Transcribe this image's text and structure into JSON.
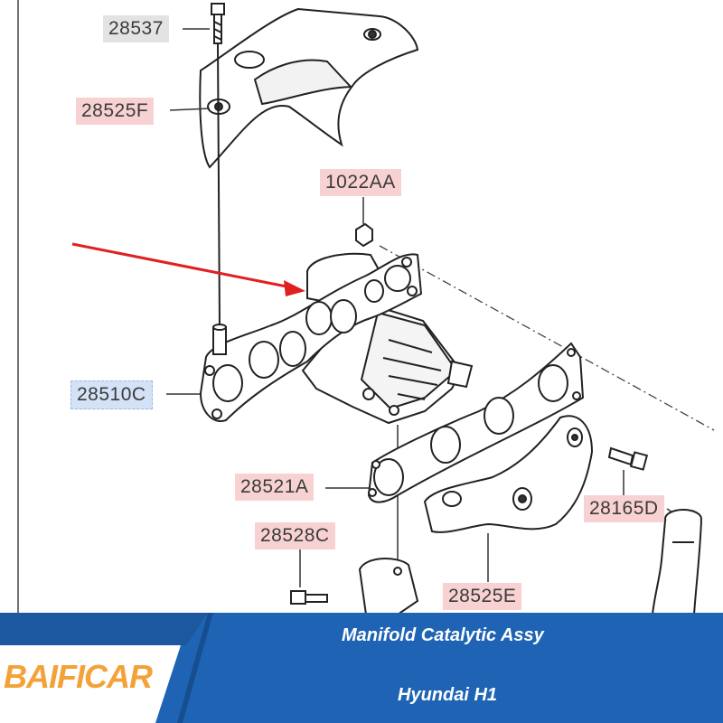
{
  "parts": {
    "p28537": "28537",
    "p28525F": "28525F",
    "p1022AA": "1022AA",
    "p28510C": "28510C",
    "p28521A": "28521A",
    "p28528C": "28528C",
    "p28165D": "28165D",
    "p28525E": "28525E"
  },
  "banner": {
    "brand": "BAIFICAR",
    "title": "Manifold Catalytic Assy",
    "model": "Hyundai H1"
  },
  "colors": {
    "banner_bg": "#1f64b4",
    "banner_dark": "#174e91",
    "brand_orange": "#f4a238",
    "arrow_red": "#e02020",
    "label_red_bg": "#f8d2d2",
    "label_blue_bg": "#d3e2f6",
    "label_gray_bg": "#e3e3e3"
  }
}
